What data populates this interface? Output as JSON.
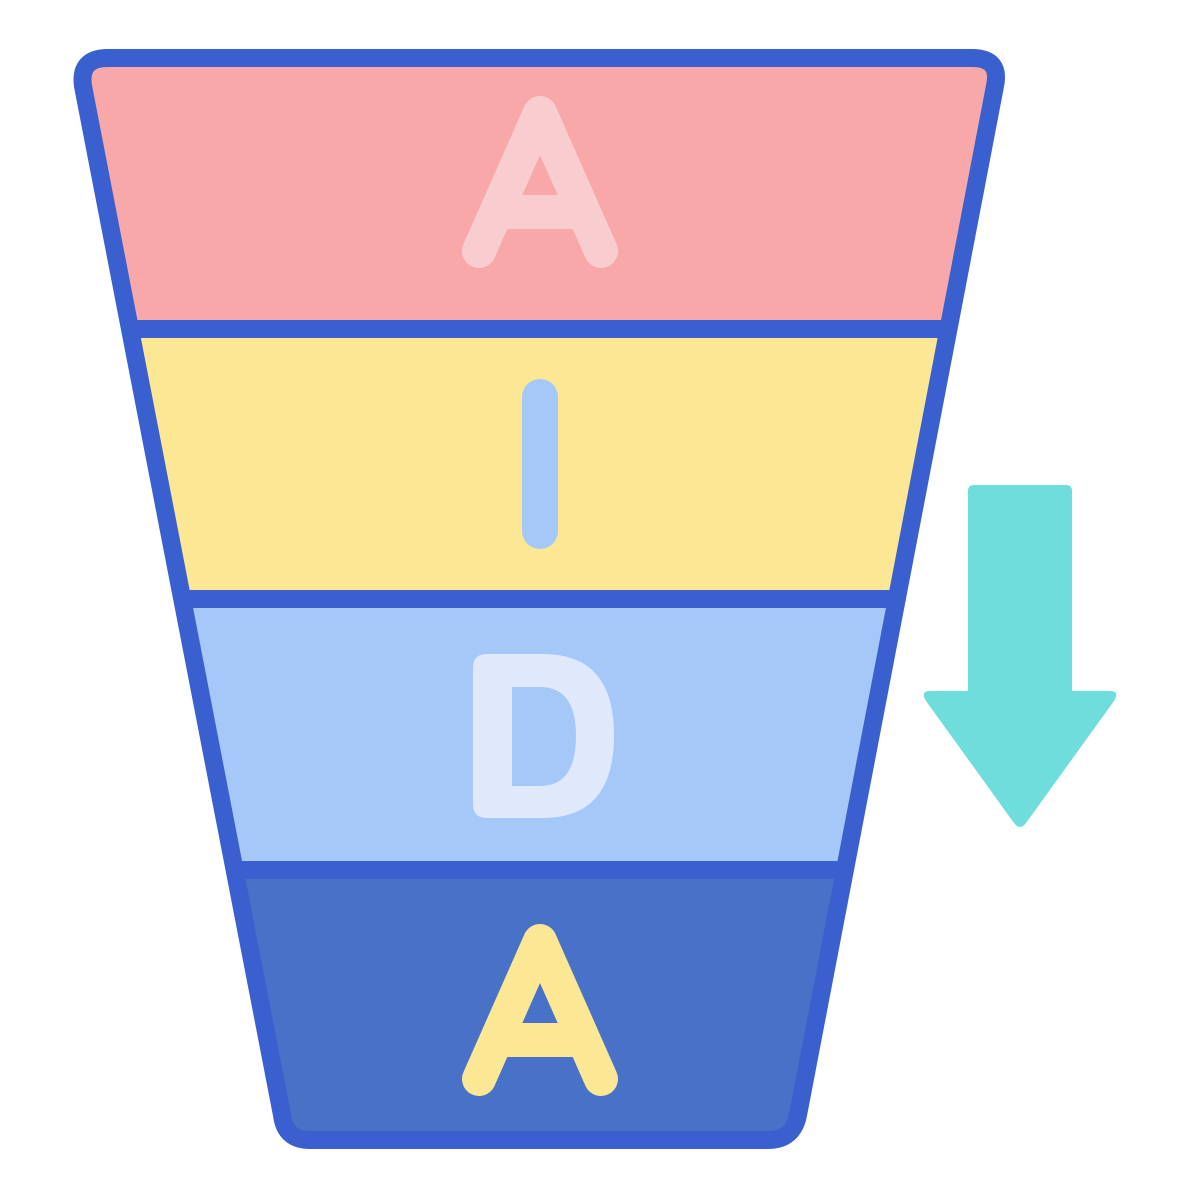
{
  "stages": [
    {
      "letter": "A",
      "fill": "#f8a8a8",
      "letter_color": "#f9cdd0"
    },
    {
      "letter": "I",
      "fill": "#fce894",
      "letter_color": "#a5c8f9"
    },
    {
      "letter": "D",
      "fill": "#a5c8f9",
      "letter_color": "#dfe9fb"
    },
    {
      "letter": "A",
      "fill": "#4772c8",
      "letter_color": "#fce894"
    }
  ],
  "colors": {
    "outline": "#3a60cf",
    "arrow": "#6edddc"
  },
  "icons": {
    "arrow": "arrow-down-icon"
  }
}
